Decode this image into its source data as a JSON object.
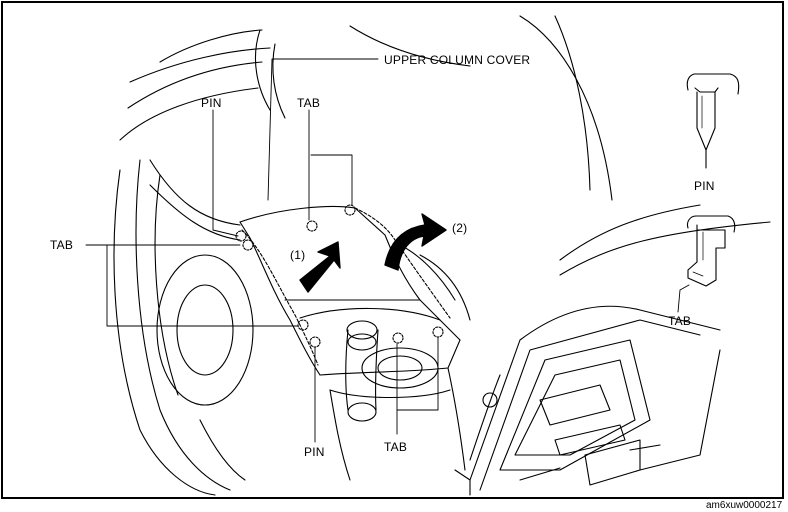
{
  "labels": {
    "upper_column_cover": "UPPER COLUMN COVER",
    "pin": "PIN",
    "tab": "TAB",
    "step1": "(1)",
    "step2": "(2)"
  },
  "figure_code": "am6xuw0000217"
}
